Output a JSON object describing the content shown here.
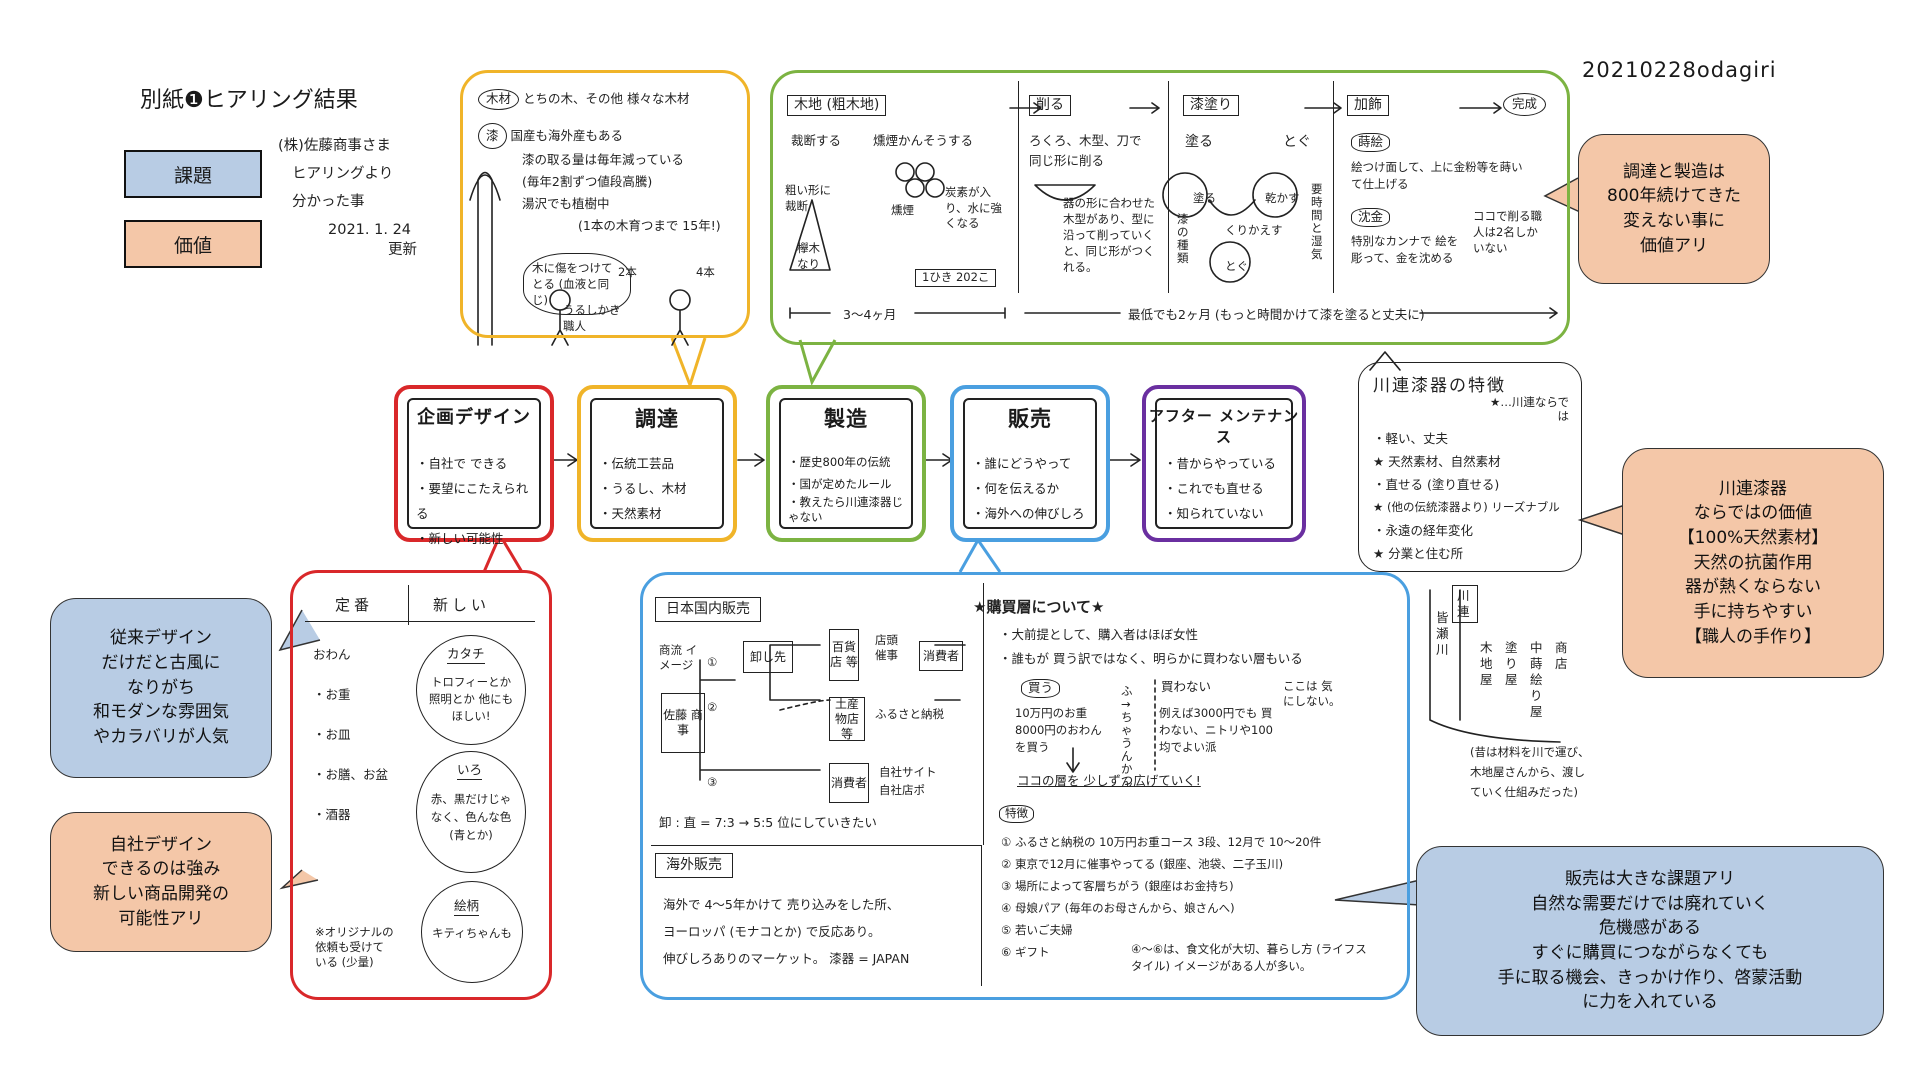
{
  "header": {
    "title": "別紙❶ヒアリング結果",
    "document_id": "20210228odagiri"
  },
  "source_note": {
    "lines": [
      "(株)佐藤商事さま",
      "ヒアリングより",
      "分かった事",
      "2021. 1. 24",
      "更新"
    ]
  },
  "legend": {
    "issue_label": "課題",
    "value_label": "価値",
    "issue_color": "#b8cce4",
    "value_color": "#f4c7a8"
  },
  "colors": {
    "planning": "#d9282a",
    "procurement": "#f0b429",
    "manufacturing": "#7cb342",
    "sales": "#4a9fe0",
    "aftercare": "#6a2fa0"
  },
  "stages": [
    {
      "title": "企画デザイン",
      "items": [
        "・自社で できる",
        "・要望にこたえられる",
        "・新しい可能性"
      ]
    },
    {
      "title": "調達",
      "items": [
        "・伝統工芸品",
        "・うるし、木材",
        "・天然素材"
      ]
    },
    {
      "title": "製造",
      "items": [
        "・歴史800年の伝統",
        "・国が定めたルール",
        "・教えたら川連漆器じゃない"
      ]
    },
    {
      "title": "販売",
      "items": [
        "・誰にどうやって",
        "・何を伝えるか",
        "・海外への伸びしろ"
      ]
    },
    {
      "title": "アフター メンテナンス",
      "items": [
        "・昔からやっている",
        "・これでも直せる",
        "・知られていない"
      ]
    }
  ],
  "procurement_detail": {
    "wood_label": "木材",
    "wood_text": "とちの木、その他 様々な木材",
    "lacquer_label": "漆",
    "lacquer_lines": [
      "国産も海外産もある",
      "漆の取る量は毎年減っている",
      "(毎年2割ずつ値段高騰)",
      "湯沢でも植樹中",
      "(1本の木育つまで 15年!)"
    ],
    "tree_note": "木に傷をつけてとる (血液と同じ)",
    "worker_note": "うるしかき 職人",
    "circle_2": "2本",
    "circle_4": "4本"
  },
  "manufacturing_detail": {
    "col1_title": "木地 (粗木地)",
    "col1_lines": [
      "裁断する",
      "燻煙かんそうする",
      "粗い形に 裁断",
      "燻煙",
      "炭素が入り、水に強くなる",
      "1ひき 202こ"
    ],
    "col1_tree": "欅木なり",
    "col2_title": "削る",
    "col2_lines": [
      "ろくろ、木型、刀で",
      "同じ形に削る",
      "器の形に合わせた木型があり、型に沿って削っていくと、同じ形がつくれる。"
    ],
    "col3_title": "漆塗り",
    "col3_lines": [
      "塗る",
      "とぐ",
      "塗る",
      "くりかえす",
      "乾かす",
      "とぐ",
      "漆の種類",
      "要時間と湿気"
    ],
    "col4_title": "加飾",
    "col4_end": "完成",
    "col4_lines": [
      "蒔絵",
      "絵つけ面して、上に金粉等を蒔いて仕上げる",
      "沈金",
      "特別なカンナで 絵を彫って、金を沈める",
      "ココで削る職人は2名しかいない"
    ],
    "span1": "3〜4ヶ月",
    "span2": "最低でも2ヶ月 (もっと時間かけて漆を塗ると丈夫に)"
  },
  "planning_detail": {
    "col_a": "定番",
    "col_b": "新しい",
    "classic_items": [
      "おわん",
      "・お重",
      "・お皿",
      "・お膳、お盆",
      "・酒器"
    ],
    "katachi_label": "カタチ",
    "katachi_text": "トロフィーとか照明とか 他にもほしい!",
    "iro_label": "いろ",
    "iro_text": "赤、黒だけじゃなく、色んな色 (青とか)",
    "gara_label": "絵柄",
    "gara_text": "キティちゃんも",
    "footnote": "※オリジナルの依頼も受けている (少量)"
  },
  "sales_detail": {
    "domestic_title": "日本国内販売",
    "flow_label": "商流 イメージ",
    "company": "佐藤 商事",
    "wholesale": "卸し先",
    "dept_store": "百貨店 等",
    "retail": "店頭 催事",
    "consumer": "消費者",
    "local_shop": "土産物店 等",
    "furusato": "ふるさと納税",
    "consumer2": "消費者",
    "own_site": "自社サイト 自社店ポ",
    "num1": "①",
    "num2": "②",
    "num3": "③",
    "ratio": "卸 : 直 = 7:3 → 5:5 位にしていきたい",
    "overseas_title": "海外販売",
    "overseas_lines": [
      "海外で 4〜5年かけて 売り込みをした所、",
      "ヨーロッパ (モナコとか) で反応あり。",
      "伸びしろありのマーケット。 漆器 = JAPAN"
    ],
    "buyer_title": "★購買層について★",
    "buyer_lines": [
      "・大前提として、購入者はほぼ女性",
      "・誰もが 買う訳ではなく、明らかに買わない層もいる"
    ],
    "buy_label": "買う",
    "buy_text": "10万円のお重 8000円のおわん を買う",
    "mid_label": "ふ→ちゃうんかん",
    "nobuy_label": "買わない",
    "nobuy_text": "例えば3000円でも 買わない、ニトリや100均でよい派",
    "nobuy_note": "ここは 気にしない。",
    "target_note": "ココの層を 少しずつ広げていく!",
    "feature_label": "特徴",
    "features": [
      "① ふるさと納税の 10万円お重コース 3段、12月で 10〜20件",
      "② 東京で12月に催事やってる (銀座、池袋、二子玉川)",
      "③ 場所によって客層ちがう (銀座はお金持ち)",
      "④ 母娘パア (毎年のお母さんから、娘さんへ)",
      "⑤ 若いご夫婦",
      "⑥ ギフト"
    ],
    "feature_note": "④〜⑥は、食文化が大切、暮らし方 (ライフスタイル) イメージがある人が多い。"
  },
  "features_detail": {
    "title": "川連漆器の特徴",
    "subtitle": "★…川連ならでは",
    "lines": [
      "・軽い、丈夫",
      "★ 天然素材、自然素材",
      "・直せる (塗り直せる)",
      "★ (他の伝統漆器より) リーズナブル",
      "・永遠の経年変化",
      "★ 分業と住む所"
    ],
    "map_label": "川連",
    "col1": "木地屋",
    "col2": "塗り屋",
    "col3": "中蒔絵り屋",
    "col4": "商店",
    "river": "皆瀬川",
    "note": "(昔は材料を川で運び、木地屋さんから、渡していく仕組みだった)"
  },
  "callouts": {
    "procurement_value": "調達と製造は\n800年続けてきた\n変えない事に\n価値アリ",
    "unique_value": "川連漆器\nならではの価値\n【100%天然素材】\n天然の抗菌作用\n器が熱くならない\n手に持ちやすい\n【職人の手作り】",
    "design_issue": "従来デザイン\nだけだと古風に\nなりがち\n和モダンな雰囲気\nやカラバリが人気",
    "design_value": "自社デザイン\nできるのは強み\n新しい商品開発の\n可能性アリ",
    "sales_issue": "販売は大きな課題アリ\n自然な需要だけでは廃れていく\n危機感がある\nすぐに購買につながらなくても\n手に取る機会、きっかけ作り、啓蒙活動\nに力を入れている"
  }
}
